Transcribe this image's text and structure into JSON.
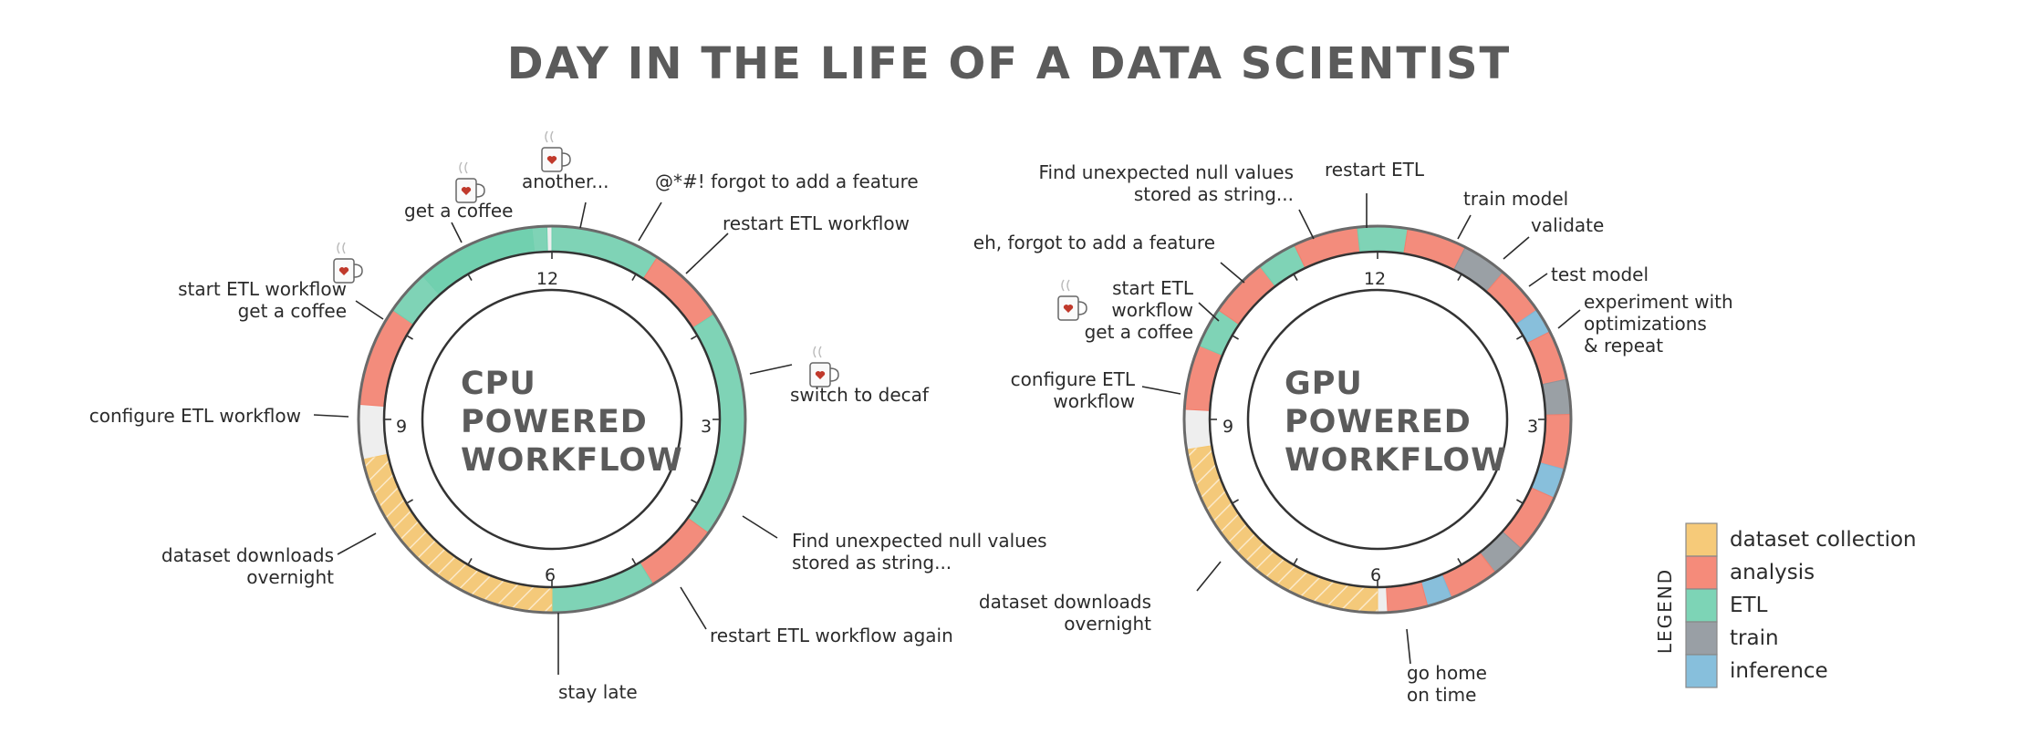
{
  "title": "DAY IN THE LIFE OF A DATA SCIENTIST",
  "colors": {
    "dataset_collection": "#f5c46a",
    "analysis": "#f47e6c",
    "etl": "#6fcfae",
    "train": "#8e959b",
    "inference": "#7ab8d8",
    "ring_outline": "#6a6a6a"
  },
  "legend": {
    "title": "LEGEND",
    "items": [
      {
        "key": "dataset_collection",
        "label": "dataset collection"
      },
      {
        "key": "analysis",
        "label": "analysis"
      },
      {
        "key": "etl",
        "label": "ETL"
      },
      {
        "key": "train",
        "label": "train"
      },
      {
        "key": "inference",
        "label": "inference"
      }
    ]
  },
  "clocks": [
    {
      "id": "cpu",
      "center_lines": [
        "CPU",
        "POWERED",
        "WORKFLOW"
      ],
      "hour_labels": [
        "12",
        "3",
        "6",
        "9"
      ],
      "segments": [
        {
          "type": "etl",
          "from": 22.6,
          "to": 23.8
        },
        {
          "type": "etl",
          "from": 0.0,
          "to": 1.1
        },
        {
          "type": "analysis",
          "from": 1.1,
          "to": 1.9
        },
        {
          "type": "etl",
          "from": 1.9,
          "to": 4.2
        },
        {
          "type": "analysis",
          "from": 4.2,
          "to": 4.95
        },
        {
          "type": "etl",
          "from": 4.95,
          "to": 6.0
        },
        {
          "type": "dataset_collection",
          "from": 6.0,
          "to": 8.6
        },
        {
          "type": "analysis",
          "from": 9.15,
          "to": 10.15
        },
        {
          "type": "etl",
          "from": 10.15,
          "to": 11.95
        }
      ],
      "annotations": [
        {
          "lines": [
            "another..."
          ],
          "coffee": true
        },
        {
          "lines": [
            "get a coffee"
          ],
          "coffee": true
        },
        {
          "lines": [
            "@*#! forgot to add a feature"
          ]
        },
        {
          "lines": [
            "restart ETL workflow"
          ]
        },
        {
          "lines": [
            "start ETL workflow",
            "get a coffee"
          ],
          "coffee": true
        },
        {
          "lines": [
            "switch to decaf"
          ],
          "coffee": true
        },
        {
          "lines": [
            "configure ETL workflow"
          ]
        },
        {
          "lines": [
            "Find unexpected null values",
            "stored as string..."
          ]
        },
        {
          "lines": [
            "dataset downloads",
            "overnight"
          ]
        },
        {
          "lines": [
            "restart ETL workflow again"
          ]
        },
        {
          "lines": [
            "stay late"
          ]
        }
      ]
    },
    {
      "id": "gpu",
      "center_lines": [
        "GPU",
        "POWERED",
        "WORKFLOW"
      ],
      "hour_labels": [
        "12",
        "3",
        "6",
        "9"
      ],
      "segments": [
        {
          "type": "dataset_collection",
          "from": 6.0,
          "to": 8.7
        },
        {
          "type": "analysis",
          "from": 9.1,
          "to": 9.75
        },
        {
          "type": "etl",
          "from": 9.75,
          "to": 10.15
        },
        {
          "type": "analysis",
          "from": 10.15,
          "to": 10.75
        },
        {
          "type": "etl",
          "from": 10.75,
          "to": 11.15
        },
        {
          "type": "analysis",
          "from": 11.15,
          "to": 11.8
        },
        {
          "type": "etl",
          "from": 11.8,
          "to": 12.3
        },
        {
          "type": "analysis",
          "from": 12.3,
          "to": 12.9
        },
        {
          "type": "train",
          "from": 12.9,
          "to": 13.35
        },
        {
          "type": "analysis",
          "from": 13.35,
          "to": 13.85
        },
        {
          "type": "inference",
          "from": 13.85,
          "to": 14.1
        },
        {
          "type": "analysis",
          "from": 14.1,
          "to": 14.6
        },
        {
          "type": "train",
          "from": 14.6,
          "to": 14.95
        },
        {
          "type": "analysis",
          "from": 14.95,
          "to": 15.5
        },
        {
          "type": "inference",
          "from": 15.5,
          "to": 15.8
        },
        {
          "type": "analysis",
          "from": 15.8,
          "to": 16.4
        },
        {
          "type": "train",
          "from": 16.4,
          "to": 16.75
        },
        {
          "type": "analysis",
          "from": 16.75,
          "to": 17.25
        },
        {
          "type": "inference",
          "from": 17.25,
          "to": 17.5
        },
        {
          "type": "analysis",
          "from": 17.5,
          "to": 17.9
        }
      ],
      "annotations": [
        {
          "lines": [
            "restart ETL"
          ]
        },
        {
          "lines": [
            "Find unexpected null values",
            "stored as string..."
          ]
        },
        {
          "lines": [
            "train model"
          ]
        },
        {
          "lines": [
            "validate"
          ]
        },
        {
          "lines": [
            "eh, forgot to add a feature"
          ]
        },
        {
          "lines": [
            "test model"
          ]
        },
        {
          "lines": [
            "start ETL",
            "workflow",
            "get a coffee"
          ],
          "coffee": true
        },
        {
          "lines": [
            "experiment with",
            "optimizations",
            "& repeat"
          ]
        },
        {
          "lines": [
            "configure ETL",
            "workflow"
          ]
        },
        {
          "lines": [
            "dataset downloads",
            "overnight"
          ]
        },
        {
          "lines": [
            "go home",
            "on time"
          ]
        }
      ]
    }
  ]
}
